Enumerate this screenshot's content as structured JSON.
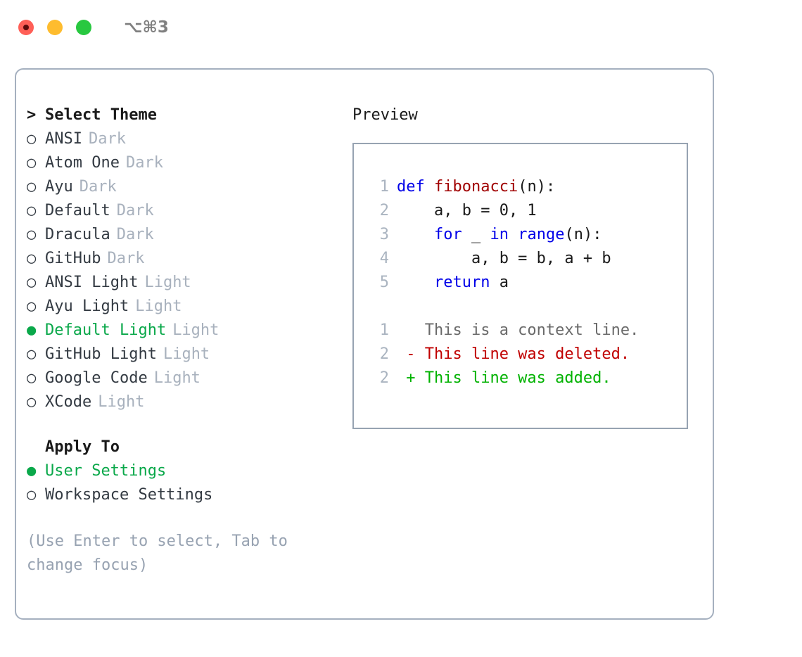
{
  "titlebar": {
    "lights": [
      {
        "name": "close-button",
        "color": "#ff5f57"
      },
      {
        "name": "minimize-button",
        "color": "#febc2e"
      },
      {
        "name": "maximize-button",
        "color": "#28c840"
      }
    ],
    "shortcut": "⌥⌘3"
  },
  "theme_picker": {
    "header_marker": ">",
    "header_label": "Select Theme",
    "radio_off": "○",
    "radio_on": "●",
    "items": [
      {
        "name": "ANSI",
        "kind": "Dark",
        "selected": false
      },
      {
        "name": "Atom One",
        "kind": "Dark",
        "selected": false
      },
      {
        "name": "Ayu",
        "kind": "Dark",
        "selected": false
      },
      {
        "name": "Default",
        "kind": "Dark",
        "selected": false
      },
      {
        "name": "Dracula",
        "kind": "Dark",
        "selected": false
      },
      {
        "name": "GitHub",
        "kind": "Dark",
        "selected": false
      },
      {
        "name": "ANSI Light",
        "kind": "Light",
        "selected": false
      },
      {
        "name": "Ayu Light",
        "kind": "Light",
        "selected": false
      },
      {
        "name": "Default Light",
        "kind": "Light",
        "selected": true
      },
      {
        "name": "GitHub Light",
        "kind": "Light",
        "selected": false
      },
      {
        "name": "Google Code",
        "kind": "Light",
        "selected": false
      },
      {
        "name": "XCode",
        "kind": "Light",
        "selected": false
      }
    ]
  },
  "apply_to": {
    "title": "Apply To",
    "options": [
      {
        "label": "User Settings",
        "selected": true
      },
      {
        "label": "Workspace Settings",
        "selected": false
      }
    ]
  },
  "hint": "(Use Enter to select, Tab to change focus)",
  "preview": {
    "title": "Preview",
    "code_lines": [
      {
        "no": "1",
        "tokens": [
          {
            "t": "def ",
            "c": "kw"
          },
          {
            "t": "fibonacci",
            "c": "fn"
          },
          {
            "t": "(n):",
            "c": "pl"
          }
        ]
      },
      {
        "no": "2",
        "tokens": [
          {
            "t": "    a, b = 0, 1",
            "c": "pl"
          }
        ]
      },
      {
        "no": "3",
        "tokens": [
          {
            "t": "    ",
            "c": "pl"
          },
          {
            "t": "for",
            "c": "kw"
          },
          {
            "t": " _ ",
            "c": "pl"
          },
          {
            "t": "in",
            "c": "kw"
          },
          {
            "t": " ",
            "c": "pl"
          },
          {
            "t": "range",
            "c": "kw"
          },
          {
            "t": "(n):",
            "c": "pl"
          }
        ]
      },
      {
        "no": "4",
        "tokens": [
          {
            "t": "        a, b = b, a + b",
            "c": "pl"
          }
        ]
      },
      {
        "no": "5",
        "tokens": [
          {
            "t": "    ",
            "c": "pl"
          },
          {
            "t": "return",
            "c": "kw"
          },
          {
            "t": " a",
            "c": "pl"
          }
        ]
      }
    ],
    "diff_lines": [
      {
        "no": "1",
        "sign": " ",
        "text": "This is a context line.",
        "kind": "ctx"
      },
      {
        "no": "2",
        "sign": "-",
        "text": "This line was deleted.",
        "kind": "del"
      },
      {
        "no": "2",
        "sign": "+",
        "text": "This line was added.",
        "kind": "add"
      }
    ]
  },
  "colors": {
    "accent_green": "#0aa84a",
    "keyword_blue": "#0000e8",
    "function_red": "#a00000",
    "diff_add": "#00b200",
    "diff_del": "#c00000",
    "muted": "#a8b1bd",
    "border": "#a5b0bf"
  }
}
